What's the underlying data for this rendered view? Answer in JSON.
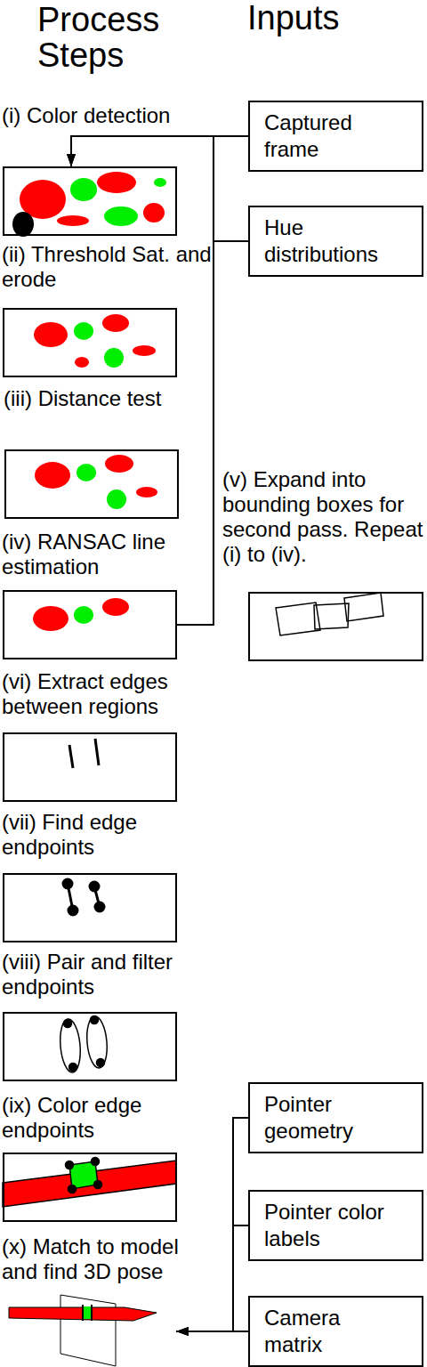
{
  "diagram": {
    "nodes": [
      {
        "text": [
          "Captured frame"
        ]
      },
      {
        "text": [
          "(i) Color detection"
        ]
      },
      {
        "text": [
          "Hue distributions"
        ]
      },
      {
        "text": [
          "(ii) Threshold Sat. and erode"
        ]
      },
      {
        "text": [
          "(iii) Distance test"
        ]
      },
      {
        "text": [
          "(iv) RANSAC line estimation"
        ]
      },
      {
        "text": [
          "(v) Expand into bounding boxes for second pass. Repeat (i) to (iv)."
        ]
      },
      {
        "text": [
          "(vi) Extract edges between regions"
        ]
      },
      {
        "text": [
          "(vii) Find edge endpoints"
        ]
      },
      {
        "text": [
          "(viii) Pair and filter endpoints"
        ]
      },
      {
        "text": [
          "(ix) Color edge endpoints"
        ]
      },
      {
        "text": [
          "Pointer geometry"
        ]
      },
      {
        "text": [
          "Pointer color labels"
        ]
      },
      {
        "text": [
          "(x) Match to model and find 3D pose"
        ]
      },
      {
        "text": [
          "Camera matrix"
        ]
      }
    ],
    "edges": [
      {
        "from": 0,
        "to": 1,
        "arrow": "to"
      },
      {
        "from": 2,
        "to": 1,
        "arrow": "to"
      },
      {
        "from": 5,
        "to": 1,
        "arrow": "to"
      },
      {
        "from": 11,
        "to": 13,
        "arrow": "to"
      },
      {
        "from": 12,
        "to": 13,
        "arrow": "to"
      },
      {
        "from": 14,
        "to": 13,
        "arrow": "to"
      }
    ],
    "labels": [
      "Process Steps",
      "Inputs"
    ]
  }
}
